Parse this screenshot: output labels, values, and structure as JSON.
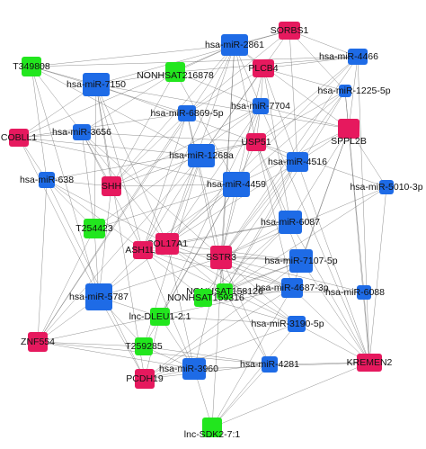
{
  "colors": {
    "mirna": "#1e6be6",
    "lncrna": "#22e61e",
    "mrna": "#e6195e",
    "edge": "#5a5a5a"
  },
  "nodes": [
    {
      "id": "hsa-miR-2861",
      "type": "mirna"
    },
    {
      "id": "SORBS1",
      "type": "mrna"
    },
    {
      "id": "hsa-miR-4466",
      "type": "mirna"
    },
    {
      "id": "PLCB4",
      "type": "mrna"
    },
    {
      "id": "NONHSAT216878",
      "type": "lncrna"
    },
    {
      "id": "T349808",
      "type": "lncrna"
    },
    {
      "id": "hsa-miR-7150",
      "type": "mirna"
    },
    {
      "id": "hsa-miR-1225-5p",
      "type": "mirna"
    },
    {
      "id": "hsa-miR-6869-5p",
      "type": "mirna"
    },
    {
      "id": "hsa-miR-7704",
      "type": "mirna"
    },
    {
      "id": "COBLL1",
      "type": "mrna"
    },
    {
      "id": "hsa-miR-3656",
      "type": "mirna"
    },
    {
      "id": "USP51",
      "type": "mrna"
    },
    {
      "id": "SPPL2B",
      "type": "mrna"
    },
    {
      "id": "hsa-miR-1268a",
      "type": "mirna"
    },
    {
      "id": "hsa-miR-4516",
      "type": "mirna"
    },
    {
      "id": "hsa-miR-638",
      "type": "mirna"
    },
    {
      "id": "SHH",
      "type": "mrna"
    },
    {
      "id": "hsa-miR-4459",
      "type": "mirna"
    },
    {
      "id": "hsa-miR-5010-3p",
      "type": "mirna"
    },
    {
      "id": "hsa-miR-6087",
      "type": "mirna"
    },
    {
      "id": "T254423",
      "type": "lncrna"
    },
    {
      "id": "COL17A1",
      "type": "mrna"
    },
    {
      "id": "hsa-miR-7107-5p",
      "type": "mirna"
    },
    {
      "id": "SSTR3",
      "type": "mrna"
    },
    {
      "id": "ASH1L",
      "type": "mrna"
    },
    {
      "id": "hsa-miR-6088",
      "type": "mirna"
    },
    {
      "id": "NONHSAT158126",
      "type": "lncrna"
    },
    {
      "id": "hsa-miR-4687-3p",
      "type": "mirna"
    },
    {
      "id": "hsa-miR-5787",
      "type": "mirna"
    },
    {
      "id": "NONHSAT159316",
      "type": "lncrna"
    },
    {
      "id": "lnc-DLEU1-2:1",
      "type": "lncrna"
    },
    {
      "id": "hsa-miR-3190-5p",
      "type": "mirna"
    },
    {
      "id": "ZNF554",
      "type": "mrna"
    },
    {
      "id": "T259285",
      "type": "lncrna"
    },
    {
      "id": "hsa-miR-4281",
      "type": "mirna"
    },
    {
      "id": "KREMEN2",
      "type": "mrna"
    },
    {
      "id": "PCDH19",
      "type": "mrna"
    },
    {
      "id": "hsa-miR-3960",
      "type": "mirna"
    },
    {
      "id": "lnc-SDK2-7:1",
      "type": "lncrna"
    }
  ],
  "edges": [
    [
      "hsa-miR-2861",
      "SORBS1"
    ],
    [
      "hsa-miR-2861",
      "T349808"
    ],
    [
      "hsa-miR-2861",
      "COBLL1"
    ],
    [
      "hsa-miR-2861",
      "SHH"
    ],
    [
      "hsa-miR-2861",
      "COL17A1"
    ],
    [
      "hsa-miR-2861",
      "ASH1L"
    ],
    [
      "hsa-miR-2861",
      "USP51"
    ],
    [
      "hsa-miR-2861",
      "SPPL2B"
    ],
    [
      "hsa-miR-2861",
      "SSTR3"
    ],
    [
      "hsa-miR-2861",
      "ZNF554"
    ],
    [
      "hsa-miR-2861",
      "PLCB4"
    ],
    [
      "hsa-miR-2861",
      "NONHSAT216878"
    ],
    [
      "hsa-miR-2861",
      "KREMEN2"
    ],
    [
      "hsa-miR-2861",
      "lnc-SDK2-7:1"
    ],
    [
      "hsa-miR-7150",
      "T349808"
    ],
    [
      "hsa-miR-7150",
      "COBLL1"
    ],
    [
      "hsa-miR-7150",
      "SHH"
    ],
    [
      "hsa-miR-7150",
      "COL17A1"
    ],
    [
      "hsa-miR-7150",
      "USP51"
    ],
    [
      "hsa-miR-7150",
      "SPPL2B"
    ],
    [
      "hsa-miR-7150",
      "SORBS1"
    ],
    [
      "hsa-miR-7150",
      "NONHSAT216878"
    ],
    [
      "hsa-miR-7150",
      "ASH1L"
    ],
    [
      "hsa-miR-7150",
      "T254423"
    ],
    [
      "hsa-miR-7150",
      "PCDH19"
    ],
    [
      "hsa-miR-4466",
      "SORBS1"
    ],
    [
      "hsa-miR-4466",
      "PLCB4"
    ],
    [
      "hsa-miR-4466",
      "NONHSAT216878"
    ],
    [
      "hsa-miR-4466",
      "USP51"
    ],
    [
      "hsa-miR-4466",
      "SPPL2B"
    ],
    [
      "hsa-miR-4466",
      "SSTR3"
    ],
    [
      "hsa-miR-4466",
      "COL17A1"
    ],
    [
      "hsa-miR-4466",
      "T349808"
    ],
    [
      "hsa-miR-4466",
      "KREMEN2"
    ],
    [
      "hsa-miR-1225-5p",
      "SORBS1"
    ],
    [
      "hsa-miR-1225-5p",
      "PLCB4"
    ],
    [
      "hsa-miR-1225-5p",
      "USP51"
    ],
    [
      "hsa-miR-1225-5p",
      "SPPL2B"
    ],
    [
      "hsa-miR-1225-5p",
      "SSTR3"
    ],
    [
      "hsa-miR-1225-5p",
      "NONHSAT158126"
    ],
    [
      "hsa-miR-1225-5p",
      "KREMEN2"
    ],
    [
      "hsa-miR-1225-5p",
      "COL17A1"
    ],
    [
      "hsa-miR-6869-5p",
      "T349808"
    ],
    [
      "hsa-miR-6869-5p",
      "SORBS1"
    ],
    [
      "hsa-miR-6869-5p",
      "PLCB4"
    ],
    [
      "hsa-miR-6869-5p",
      "COBLL1"
    ],
    [
      "hsa-miR-6869-5p",
      "SHH"
    ],
    [
      "hsa-miR-6869-5p",
      "SSTR3"
    ],
    [
      "hsa-miR-6869-5p",
      "ASH1L"
    ],
    [
      "hsa-miR-6869-5p",
      "NONHSAT158126"
    ],
    [
      "hsa-miR-6869-5p",
      "ZNF554"
    ],
    [
      "hsa-miR-7704",
      "PLCB4"
    ],
    [
      "hsa-miR-7704",
      "USP51"
    ],
    [
      "hsa-miR-7704",
      "SPPL2B"
    ],
    [
      "hsa-miR-7704",
      "NONHSAT216878"
    ],
    [
      "hsa-miR-7704",
      "SHH"
    ],
    [
      "hsa-miR-7704",
      "SSTR3"
    ],
    [
      "hsa-miR-7704",
      "COL17A1"
    ],
    [
      "hsa-miR-7704",
      "T254423"
    ],
    [
      "hsa-miR-7704",
      "lnc-DLEU1-2:1"
    ],
    [
      "hsa-miR-3656",
      "COBLL1"
    ],
    [
      "hsa-miR-3656",
      "T349808"
    ],
    [
      "hsa-miR-3656",
      "SHH"
    ],
    [
      "hsa-miR-3656",
      "USP51"
    ],
    [
      "hsa-miR-3656",
      "COL17A1"
    ],
    [
      "hsa-miR-3656",
      "ASH1L"
    ],
    [
      "hsa-miR-3656",
      "NONHSAT216878"
    ],
    [
      "hsa-miR-3656",
      "T254423"
    ],
    [
      "hsa-miR-3656",
      "SSTR3"
    ],
    [
      "hsa-miR-1268a",
      "SHH"
    ],
    [
      "hsa-miR-1268a",
      "COL17A1"
    ],
    [
      "hsa-miR-1268a",
      "T349808"
    ],
    [
      "hsa-miR-1268a",
      "USP51"
    ],
    [
      "hsa-miR-1268a",
      "PLCB4"
    ],
    [
      "hsa-miR-1268a",
      "SORBS1"
    ],
    [
      "hsa-miR-1268a",
      "ASH1L"
    ],
    [
      "hsa-miR-1268a",
      "ZNF554"
    ],
    [
      "hsa-miR-1268a",
      "COBLL1"
    ],
    [
      "hsa-miR-1268a",
      "T259285"
    ],
    [
      "hsa-miR-4516",
      "USP51"
    ],
    [
      "hsa-miR-4516",
      "SPPL2B"
    ],
    [
      "hsa-miR-4516",
      "SSTR3"
    ],
    [
      "hsa-miR-4516",
      "PLCB4"
    ],
    [
      "hsa-miR-4516",
      "COL17A1"
    ],
    [
      "hsa-miR-4516",
      "SORBS1"
    ],
    [
      "hsa-miR-4516",
      "KREMEN2"
    ],
    [
      "hsa-miR-4516",
      "NONHSAT158126"
    ],
    [
      "hsa-miR-4516",
      "NONHSAT159316"
    ],
    [
      "hsa-miR-638",
      "COBLL1"
    ],
    [
      "hsa-miR-638",
      "SHH"
    ],
    [
      "hsa-miR-638",
      "T254423"
    ],
    [
      "hsa-miR-638",
      "ASH1L"
    ],
    [
      "hsa-miR-638",
      "ZNF554"
    ],
    [
      "hsa-miR-638",
      "T349808"
    ],
    [
      "hsa-miR-638",
      "COL17A1"
    ],
    [
      "hsa-miR-638",
      "PCDH19"
    ],
    [
      "hsa-miR-638",
      "USP51"
    ],
    [
      "hsa-miR-4459",
      "SHH"
    ],
    [
      "hsa-miR-4459",
      "COL17A1"
    ],
    [
      "hsa-miR-4459",
      "SSTR3"
    ],
    [
      "hsa-miR-4459",
      "USP51"
    ],
    [
      "hsa-miR-4459",
      "SPPL2B"
    ],
    [
      "hsa-miR-4459",
      "ASH1L"
    ],
    [
      "hsa-miR-4459",
      "T254423"
    ],
    [
      "hsa-miR-4459",
      "NONHSAT216878"
    ],
    [
      "hsa-miR-4459",
      "PLCB4"
    ],
    [
      "hsa-miR-4459",
      "lnc-DLEU1-2:1"
    ],
    [
      "hsa-miR-4459",
      "T259285"
    ],
    [
      "hsa-miR-4459",
      "COBLL1"
    ],
    [
      "hsa-miR-5010-3p",
      "SPPL2B"
    ],
    [
      "hsa-miR-5010-3p",
      "SSTR3"
    ],
    [
      "hsa-miR-5010-3p",
      "KREMEN2"
    ],
    [
      "hsa-miR-5010-3p",
      "USP51"
    ],
    [
      "hsa-miR-5010-3p",
      "NONHSAT158126"
    ],
    [
      "hsa-miR-6087",
      "SSTR3"
    ],
    [
      "hsa-miR-6087",
      "USP51"
    ],
    [
      "hsa-miR-6087",
      "SPPL2B"
    ],
    [
      "hsa-miR-6087",
      "COL17A1"
    ],
    [
      "hsa-miR-6087",
      "ASH1L"
    ],
    [
      "hsa-miR-6087",
      "NONHSAT158126"
    ],
    [
      "hsa-miR-6087",
      "KREMEN2"
    ],
    [
      "hsa-miR-6087",
      "PLCB4"
    ],
    [
      "hsa-miR-6087",
      "NONHSAT159316"
    ],
    [
      "hsa-miR-7107-5p",
      "SSTR3"
    ],
    [
      "hsa-miR-7107-5p",
      "SPPL2B"
    ],
    [
      "hsa-miR-7107-5p",
      "KREMEN2"
    ],
    [
      "hsa-miR-7107-5p",
      "COL17A1"
    ],
    [
      "hsa-miR-7107-5p",
      "ASH1L"
    ],
    [
      "hsa-miR-7107-5p",
      "USP51"
    ],
    [
      "hsa-miR-7107-5p",
      "NONHSAT158126"
    ],
    [
      "hsa-miR-7107-5p",
      "NONHSAT159316"
    ],
    [
      "hsa-miR-7107-5p",
      "PCDH19"
    ],
    [
      "hsa-miR-6088",
      "KREMEN2"
    ],
    [
      "hsa-miR-6088",
      "SSTR3"
    ],
    [
      "hsa-miR-6088",
      "SPPL2B"
    ],
    [
      "hsa-miR-6088",
      "NONHSAT158126"
    ],
    [
      "hsa-miR-4687-3p",
      "SSTR3"
    ],
    [
      "hsa-miR-4687-3p",
      "KREMEN2"
    ],
    [
      "hsa-miR-4687-3p",
      "ASH1L"
    ],
    [
      "hsa-miR-4687-3p",
      "COL17A1"
    ],
    [
      "hsa-miR-4687-3p",
      "SPPL2B"
    ],
    [
      "hsa-miR-4687-3p",
      "PCDH19"
    ],
    [
      "hsa-miR-4687-3p",
      "NONHSAT158126"
    ],
    [
      "hsa-miR-4687-3p",
      "USP51"
    ],
    [
      "hsa-miR-4687-3p",
      "lnc-SDK2-7:1"
    ],
    [
      "hsa-miR-4687-3p",
      "ZNF554"
    ],
    [
      "hsa-miR-5787",
      "ZNF554"
    ],
    [
      "hsa-miR-5787",
      "T254423"
    ],
    [
      "hsa-miR-5787",
      "ASH1L"
    ],
    [
      "hsa-miR-5787",
      "COL17A1"
    ],
    [
      "hsa-miR-5787",
      "SHH"
    ],
    [
      "hsa-miR-5787",
      "PCDH19"
    ],
    [
      "hsa-miR-5787",
      "T259285"
    ],
    [
      "hsa-miR-5787",
      "SSTR3"
    ],
    [
      "hsa-miR-5787",
      "lnc-DLEU1-2:1"
    ],
    [
      "hsa-miR-5787",
      "COBLL1"
    ],
    [
      "hsa-miR-5787",
      "T349808"
    ],
    [
      "hsa-miR-3190-5p",
      "SSTR3"
    ],
    [
      "hsa-miR-3190-5p",
      "KREMEN2"
    ],
    [
      "hsa-miR-3190-5p",
      "PCDH19"
    ],
    [
      "hsa-miR-3190-5p",
      "NONHSAT159316"
    ],
    [
      "hsa-miR-3190-5p",
      "COL17A1"
    ],
    [
      "hsa-miR-3190-5p",
      "lnc-DLEU1-2:1"
    ],
    [
      "hsa-miR-3190-5p",
      "lnc-SDK2-7:1"
    ],
    [
      "hsa-miR-3190-5p",
      "ASH1L"
    ],
    [
      "hsa-miR-4281",
      "KREMEN2"
    ],
    [
      "hsa-miR-4281",
      "PCDH19"
    ],
    [
      "hsa-miR-4281",
      "SSTR3"
    ],
    [
      "hsa-miR-4281",
      "ZNF554"
    ],
    [
      "hsa-miR-4281",
      "lnc-SDK2-7:1"
    ],
    [
      "hsa-miR-4281",
      "T259285"
    ],
    [
      "hsa-miR-4281",
      "NONHSAT158126"
    ],
    [
      "hsa-miR-3960",
      "PCDH19"
    ],
    [
      "hsa-miR-3960",
      "ZNF554"
    ],
    [
      "hsa-miR-3960",
      "T259285"
    ],
    [
      "hsa-miR-3960",
      "lnc-SDK2-7:1"
    ],
    [
      "hsa-miR-3960",
      "KREMEN2"
    ],
    [
      "hsa-miR-3960",
      "lnc-DLEU1-2:1"
    ],
    [
      "hsa-miR-3960",
      "ASH1L"
    ],
    [
      "hsa-miR-3960",
      "SSTR3"
    ],
    [
      "hsa-miR-3960",
      "COL17A1"
    ],
    [
      "NONHSAT158126",
      "SSTR3"
    ],
    [
      "NONHSAT158126",
      "COL17A1"
    ],
    [
      "NONHSAT159316",
      "ASH1L"
    ],
    [
      "lnc-DLEU1-2:1",
      "PCDH19"
    ],
    [
      "T259285",
      "ZNF554"
    ],
    [
      "lnc-SDK2-7:1",
      "KREMEN2"
    ],
    [
      "T254423",
      "ZNF554"
    ],
    [
      "NONHSAT216878",
      "SHH"
    ]
  ]
}
